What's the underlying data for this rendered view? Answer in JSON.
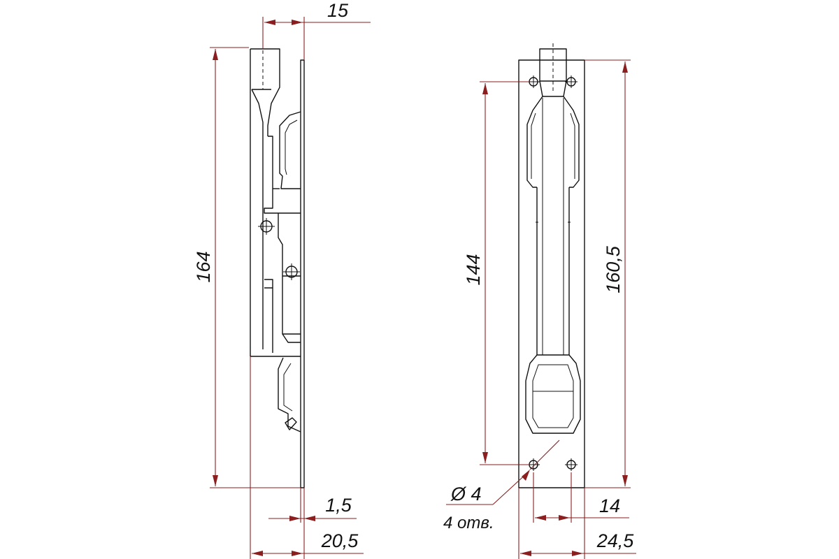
{
  "side_view": {
    "height": "164",
    "top_depth": "15",
    "plate_thickness": "1,5",
    "overall_depth": "20,5"
  },
  "front_view": {
    "hole_spacing_vertical": "144",
    "plate_length": "160,5",
    "hole_diameter": "Ø 4",
    "hole_count": "4 отв.",
    "hole_spacing_horizontal": "14",
    "plate_width": "24,5"
  },
  "colors": {
    "dimension_line": "#8b1e1e",
    "part_outline": "#111111"
  }
}
